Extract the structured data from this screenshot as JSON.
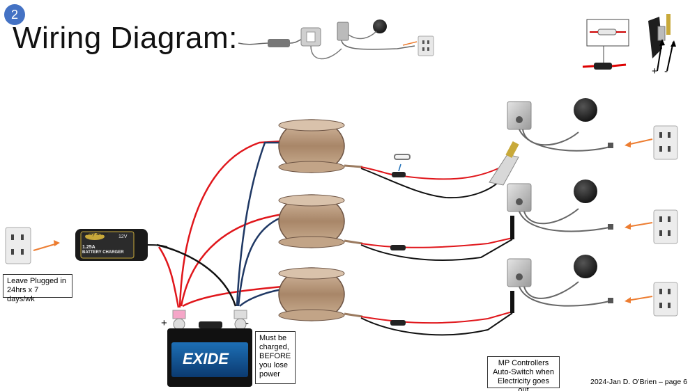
{
  "slide": {
    "number": "2",
    "title": "Wiring Diagram:",
    "footer": "2024-Jan   D. O’Brien – page 6"
  },
  "notes": {
    "outlet_note_line1": "Leave Plugged in",
    "outlet_note_line2": "24hrs x 7 days/wk",
    "battery_note_line1": "Must be",
    "battery_note_line2": "charged,",
    "battery_note_line3": "BEFORE",
    "battery_note_line4": "you lose",
    "battery_note_line5": "power",
    "controller_note_line1": "MP Controllers",
    "controller_note_line2": "Auto-Switch when",
    "controller_note_line3": "Electricity goes out"
  },
  "charger": {
    "brand": "Battery Tender",
    "rating": "1.25A",
    "label": "BATTERY CHARGER",
    "voltage": "12V"
  },
  "battery": {
    "brand": "EXIDE"
  },
  "terminals": {
    "positive": "+",
    "negative": "-",
    "corner_positive": "+",
    "corner_negative": "-"
  },
  "colors": {
    "positive_wire": "#e0161b",
    "negative_wire": "#111111",
    "navy_wire": "#1f3864",
    "arrow": "#ed7d31",
    "badge": "#4472c4",
    "spool_copper": "#b99a7c"
  }
}
